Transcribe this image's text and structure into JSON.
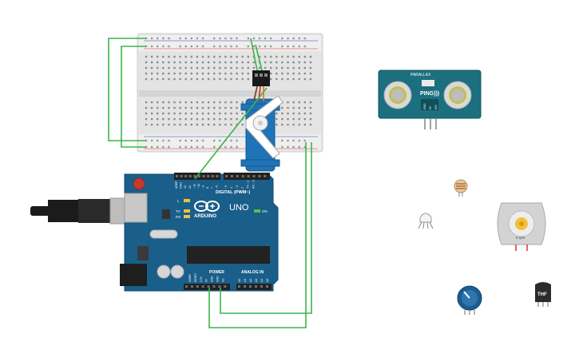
{
  "arduino": {
    "brand": "ARDUINO",
    "model": "UNO",
    "digital_label": "DIGITAL (PWM~)",
    "power_label": "POWER",
    "analog_label": "ANALOG IN",
    "on_label": "ON",
    "tx_label": "TX",
    "rx_label": "RX",
    "l_label": "L",
    "digital_pins": [
      "AREF",
      "GND",
      "13",
      "12",
      "~11",
      "~10",
      "~9",
      "8",
      "7",
      "~6",
      "~5",
      "4",
      "~3",
      "2",
      "TX→1",
      "RX←0"
    ],
    "power_pins": [
      "IOREF",
      "RESET",
      "3.3V",
      "5V",
      "GND",
      "GND",
      "Vin"
    ],
    "analog_pins": [
      "A0",
      "A1",
      "A2",
      "A3",
      "A4",
      "A5"
    ]
  },
  "ultrasonic": {
    "brand": "PARALLAX",
    "model": "PING)))",
    "pins": [
      "GND",
      "5V",
      "SIG"
    ]
  },
  "motor": {
    "label": "9 rpm"
  },
  "thermistor": {
    "label": "THF"
  },
  "colors": {
    "board_blue": "#1a5e8a",
    "wire_green": "#3bb54a",
    "wire_red": "#d9342b",
    "servo_blue": "#1f73b7",
    "sensor_teal": "#1c6f7e",
    "breadboard": "#e5e5e5"
  }
}
